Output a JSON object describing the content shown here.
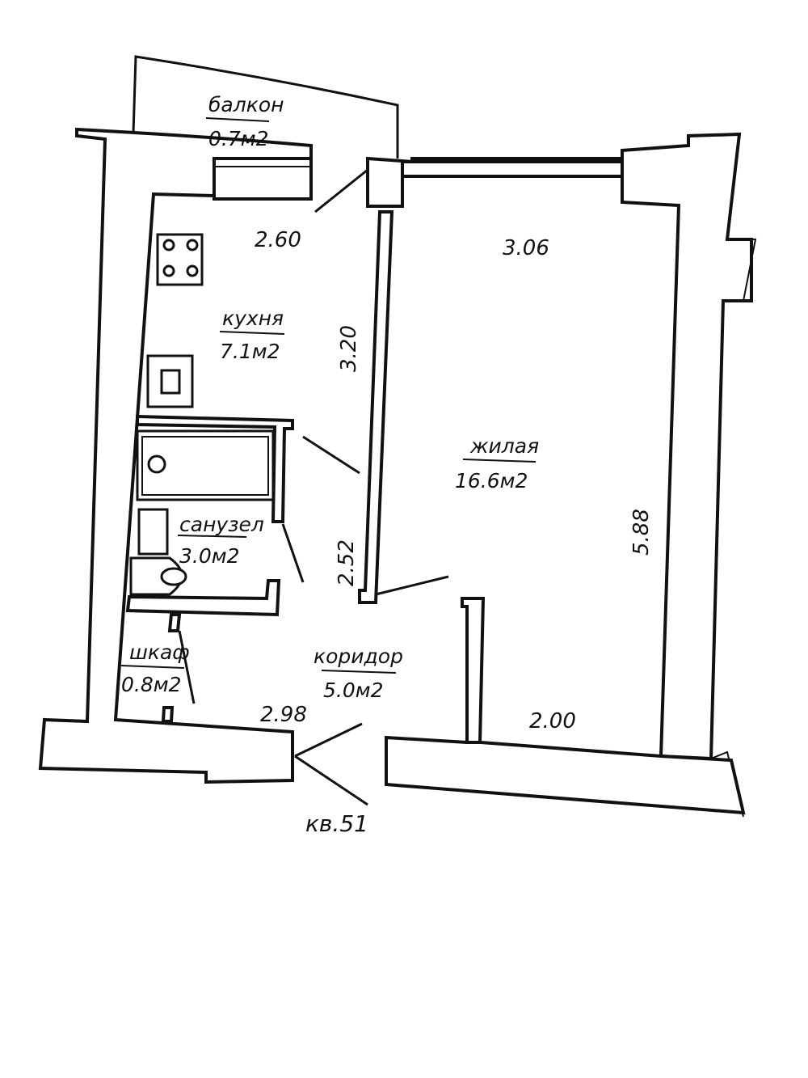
{
  "rooms": {
    "balcony": {
      "name": "балкон",
      "area": "0.7м2"
    },
    "kitchen": {
      "name": "кухня",
      "area": "7.1м2"
    },
    "living": {
      "name": "жилая",
      "area": "16.6м2"
    },
    "bathroom": {
      "name": "санузел",
      "area": "3.0м2"
    },
    "closet": {
      "name": "шкаф",
      "area": "0.8м2"
    },
    "corridor": {
      "name": "коридор",
      "area": "5.0м2"
    }
  },
  "dimensions": {
    "kitchen_width": "2.60",
    "kitchen_length": "3.20",
    "living_width": "3.06",
    "living_length": "5.88",
    "living_bottom": "2.00",
    "corridor_length": "2.52",
    "corridor_width": "2.98"
  },
  "apartment_label": "кв.51"
}
